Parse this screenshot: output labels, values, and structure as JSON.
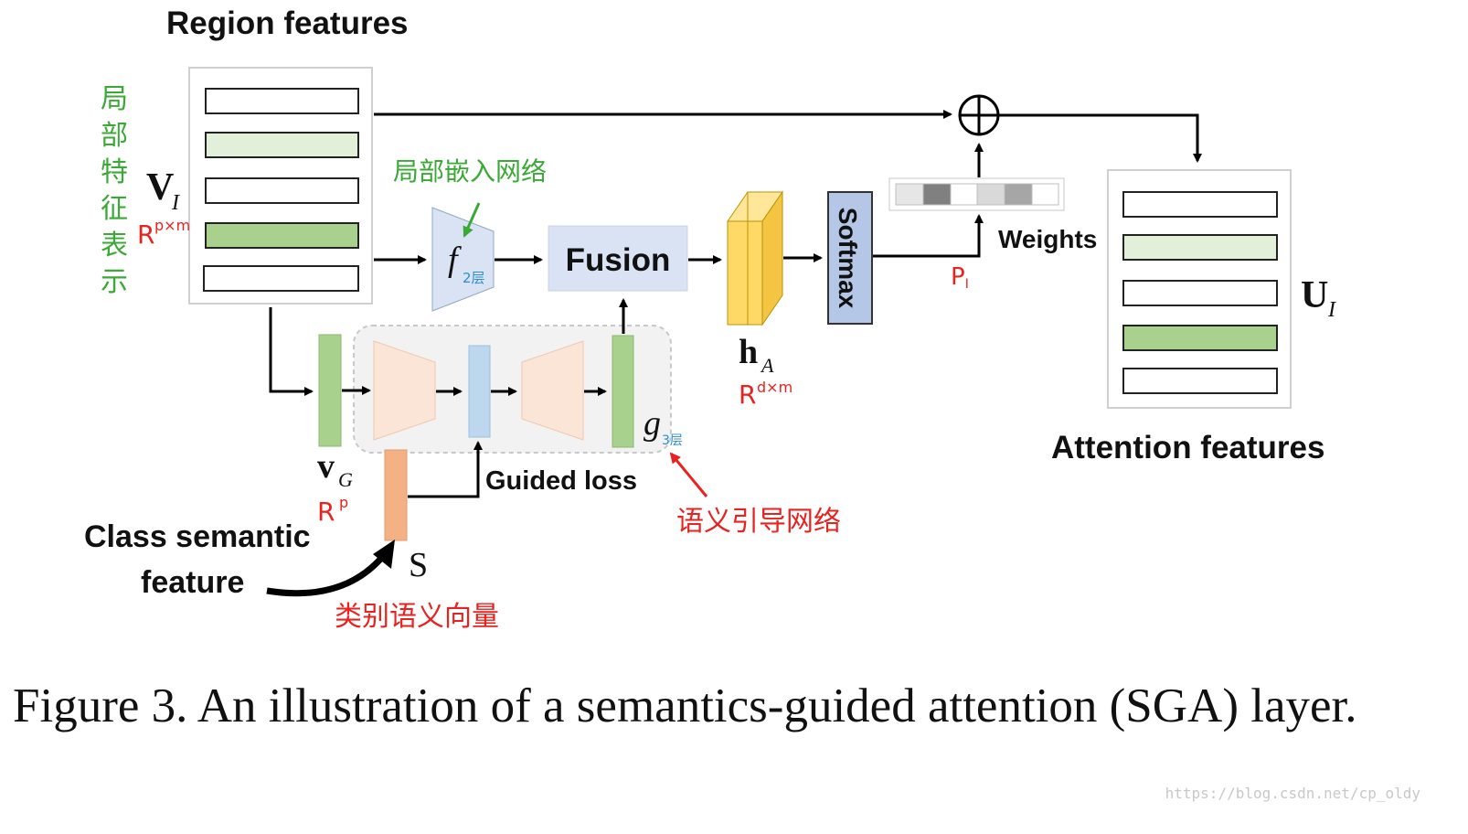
{
  "title": "Region features",
  "green_vertical_label": [
    "局",
    "部",
    "特",
    "征",
    "表",
    "示"
  ],
  "v_i": {
    "symbol": "V",
    "sub": "I",
    "dim": "R",
    "dim_sup": "p×m"
  },
  "f_label": {
    "symbol": "f",
    "sub": "2层"
  },
  "local_embed_label": "局部嵌入网络",
  "fusion_label": "Fusion",
  "h_a": {
    "symbol": "h",
    "sub": "A",
    "dim": "R",
    "dim_sup": "d×m"
  },
  "softmax_label": "Softmax",
  "weights_label": "Weights",
  "p_i": {
    "symbol": "P",
    "sub": "I"
  },
  "u_i": {
    "symbol": "U",
    "sub": "I"
  },
  "attention_title": "Attention features",
  "v_g": {
    "symbol": "v",
    "sub": "G",
    "dim": "R",
    "dim_sup": "p"
  },
  "g_label": {
    "symbol": "g",
    "sub": "3层"
  },
  "guided_loss_label": "Guided loss",
  "semantic_guide_label": "语义引导网络",
  "class_semantic_label": [
    "Class semantic",
    "feature"
  ],
  "s_label": "S",
  "class_vector_label": "类别语义向量",
  "plus_symbol": "⊕",
  "caption": "Figure 3. An illustration of a semantics-guided attention (SGA) layer.",
  "watermark": "https://blog.csdn.net/cp_oldy",
  "colors": {
    "green_fill": "#a9d18e",
    "light_green_fill": "#e2efd9",
    "blue_bar": "#bdd7ee",
    "fusion_fill": "#dae3f3",
    "softmax_fill": "#b4c7e7",
    "peach": "#fbe5d6",
    "orange_bar": "#f4b183",
    "yellow_block": "#ffd966",
    "label_red": "#e8231f",
    "label_green": "#3aa935",
    "label_blue": "#2a8fd0"
  },
  "weights_bar_shades": [
    "#e6e6e6",
    "#808080",
    "#ffffff",
    "#d9d9d9",
    "#a6a6a6",
    "#ffffff"
  ],
  "region_rows": [
    "empty",
    "light",
    "empty",
    "green",
    "empty"
  ],
  "attention_rows": [
    "empty",
    "light",
    "empty",
    "green",
    "empty"
  ]
}
